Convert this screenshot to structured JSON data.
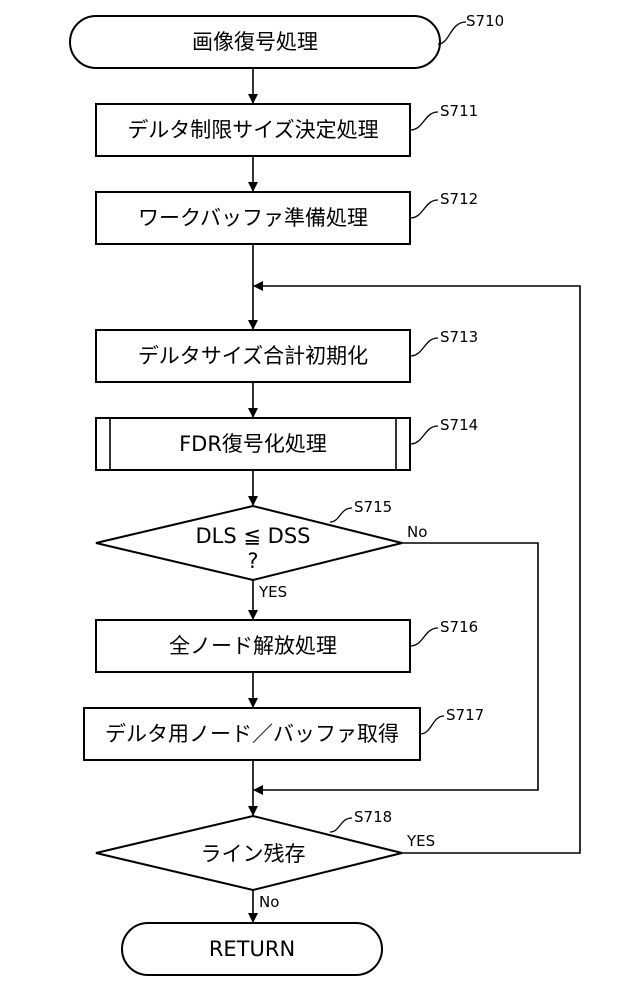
{
  "diagram": {
    "start": {
      "label": "画像復号処理",
      "step": "S710"
    },
    "steps": [
      {
        "id": "s711",
        "label": "デルタ制限サイズ決定処理",
        "step": "S711"
      },
      {
        "id": "s712",
        "label": "ワークバッファ準備処理",
        "step": "S712"
      },
      {
        "id": "s713",
        "label": "デルタサイズ合計初期化",
        "step": "S713"
      },
      {
        "id": "s714",
        "label": "FDR復号化処理",
        "step": "S714",
        "shape": "predefined-process"
      },
      {
        "id": "s716",
        "label": "全ノード解放処理",
        "step": "S716"
      },
      {
        "id": "s717",
        "label": "デルタ用ノード／バッファ取得",
        "step": "S717"
      }
    ],
    "decisions": [
      {
        "id": "s715",
        "line1": "DLS ≦ DSS",
        "line2": "?",
        "step": "S715",
        "yes": "YES",
        "no": "No"
      },
      {
        "id": "s718",
        "label": "ライン残存",
        "step": "S718",
        "yes": "YES",
        "no": "No"
      }
    ],
    "end": {
      "label": "RETURN"
    }
  }
}
